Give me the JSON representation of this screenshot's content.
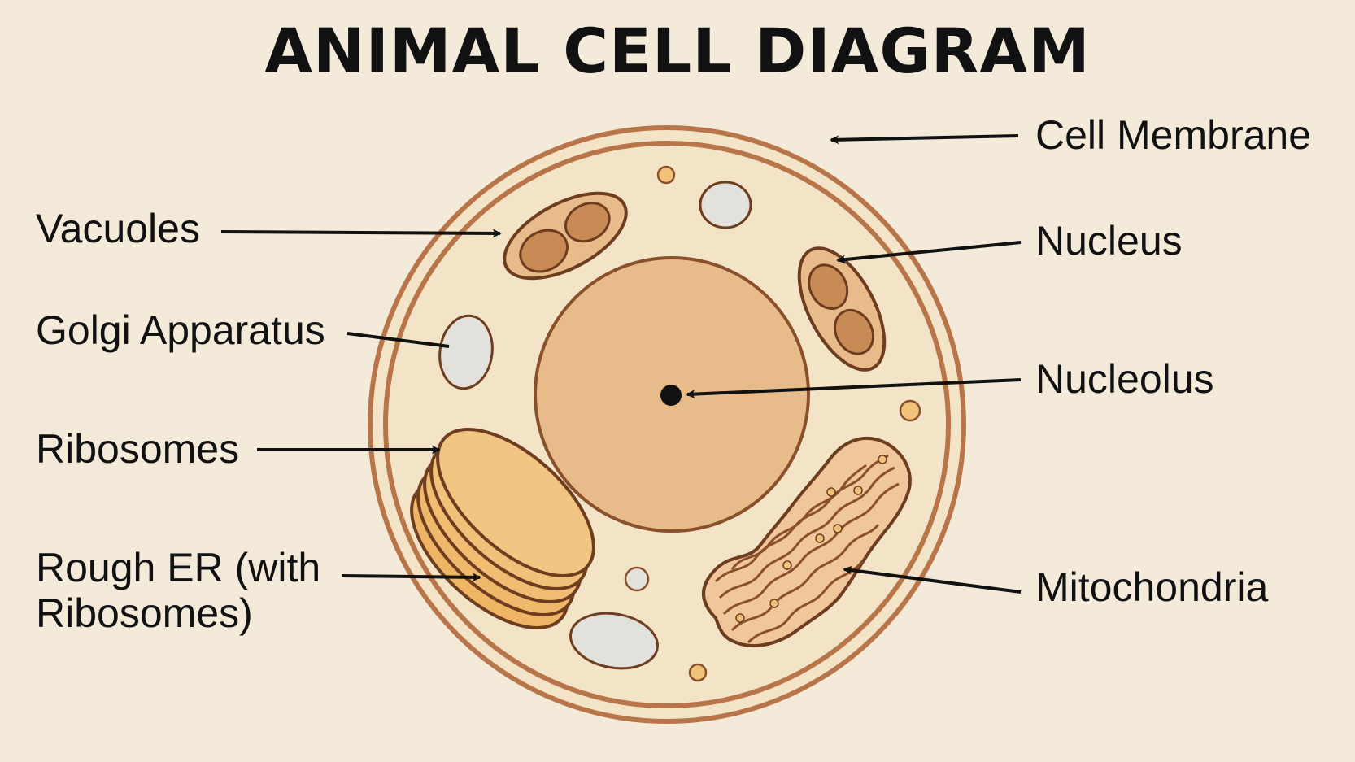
{
  "title": "ANIMAL CELL DIAGRAM",
  "labels": {
    "cell_membrane": "Cell Membrane",
    "vacuoles": "Vacuoles",
    "nucleus": "Nucleus",
    "golgi_apparatus": "Golgi Apparatus",
    "nucleolus": "Nucleolus",
    "ribosomes": "Ribosomes",
    "rough_er": "Rough ER (with\nRibosomes)",
    "mitochondria": "Mitochondria"
  },
  "colors": {
    "background": "#f3ead9",
    "membrane": "#b9754a",
    "cytoplasm": "#f3e4c8",
    "nucleus_fill": "#e7bb8a",
    "organelle_fill": "#d29a68",
    "organelle_outline": "#7a4525",
    "vesicle": "#e3e1dc",
    "er_fill": "#f0c27a",
    "ink": "#111111"
  }
}
